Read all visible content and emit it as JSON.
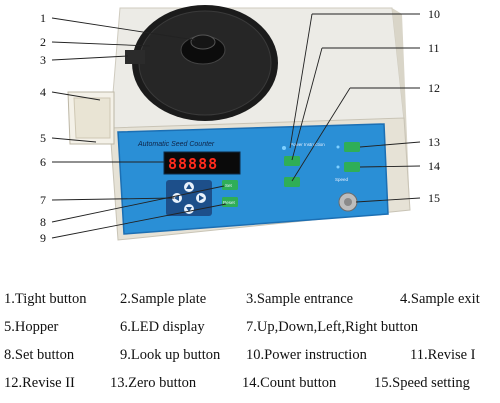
{
  "device": {
    "panel_title": "Automatic Seed Counter",
    "led_digits": "88888",
    "power_label": "Power\nInstruction",
    "set_label": "Set",
    "reset_label": "Reset",
    "speed_label": "Speed",
    "colors": {
      "body": "#e9e6dc",
      "panel": "#2a8fd6",
      "panel_dark": "#1c6fb3",
      "button_green": "#2fae57",
      "led_red": "#ff2b1c",
      "plate": "#1b1b1b"
    }
  },
  "callouts": [
    "1",
    "2",
    "3",
    "4",
    "5",
    "6",
    "7",
    "8",
    "9",
    "10",
    "11",
    "12",
    "13",
    "14",
    "15"
  ],
  "legend": [
    [
      "1.Tight button",
      "2.Sample plate",
      "3.Sample entrance",
      "4.Sample exit"
    ],
    [
      "5.Hopper",
      "6.LED display",
      "7.Up,Down,Left,Right button"
    ],
    [
      "8.Set button",
      "9.Look up button",
      "10.Power instruction",
      "11.Revise I"
    ],
    [
      "12.Revise II",
      "13.Zero button",
      "14.Count button",
      "15.Speed setting"
    ]
  ]
}
